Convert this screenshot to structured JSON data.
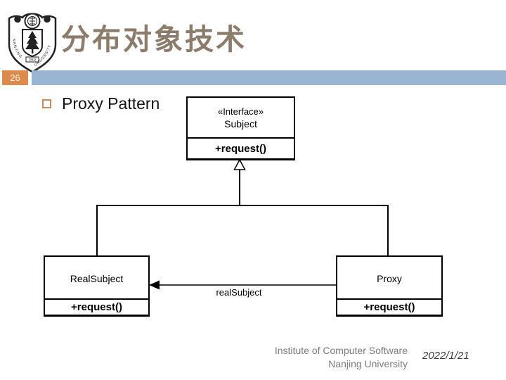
{
  "slide": {
    "title": "分布对象技术",
    "page_number": "26",
    "bullet": "Proxy Pattern",
    "footer": {
      "line1": "Institute of Computer Software",
      "line2": "Nanjing University",
      "date": "2022/1/21"
    }
  },
  "logo": {
    "year": "1902",
    "text_left": "NANJING",
    "text_right": "UNIVERSITY"
  },
  "colors": {
    "accent_orange": "#DD8A4C",
    "accent_blue": "#99B5D3",
    "title_text": "#8C7C6B",
    "bullet_border": "#C98A5F",
    "footer_text": "#7D7D7D",
    "date_text": "#3C3C3C",
    "diagram_line": "#000000"
  },
  "diagram": {
    "type": "uml_class_diagram",
    "subject": {
      "stereotype": "«Interface»",
      "name": "Subject",
      "method": "+request()"
    },
    "realsubject": {
      "name": "RealSubject",
      "method": "+request()"
    },
    "proxy": {
      "name": "Proxy",
      "method": "+request()"
    },
    "association_label": "realSubject",
    "relationships": [
      {
        "from": "RealSubject",
        "to": "Subject",
        "type": "generalization"
      },
      {
        "from": "Proxy",
        "to": "Subject",
        "type": "generalization"
      },
      {
        "from": "Proxy",
        "to": "RealSubject",
        "type": "association",
        "label": "realSubject"
      }
    ]
  }
}
